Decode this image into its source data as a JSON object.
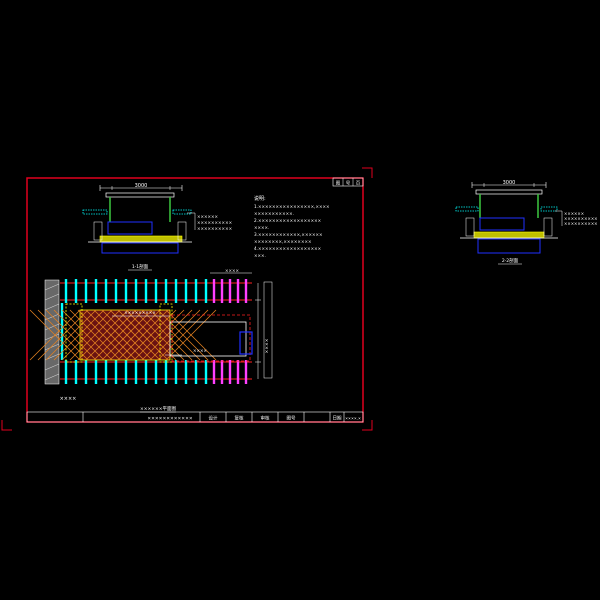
{
  "drawing": {
    "frame_color": "#e0001e",
    "colors": {
      "red": "#ff2020",
      "white": "#ffffff",
      "yellow": "#ffff00",
      "cyan": "#00ffff",
      "magenta": "#ff40ff",
      "blue": "#2030ff",
      "green": "#3cc840",
      "gray": "#bdbdbd",
      "hatch_red": "#c02020",
      "hatch_orange": "#e08020"
    },
    "tables": {
      "top_right_cell_1": "图",
      "top_right_cell_2": "号",
      "top_right_cell_3": "页"
    },
    "title_block": {
      "title": "××××××××××××",
      "cells": [
        "设计",
        "复核",
        "审核",
        "图号",
        "日期"
      ],
      "date_value": "××××.×"
    },
    "section_view": {
      "caption": "1-1剖面",
      "dim_total": "3000",
      "side_note_1": "××××××",
      "side_note_2": "××××××××××",
      "side_note_3": "××××××××××"
    },
    "section_view_2": {
      "caption": "2-2剖面",
      "dim_total": "3000",
      "side_note_1": "××××××",
      "side_note_2": "××××××××××",
      "side_note_3": "××××××××××"
    },
    "notes": {
      "heading": "说明:",
      "lines": [
        "1.××××××××××××××××,××××",
        "  ×××××××××××.",
        "2.××××××××××××××××××",
        "  ××××.",
        "3.××××××××××××,××××××",
        "  ××××××××,××××××××",
        "4.××××××××××××××××××",
        "  ×××."
      ]
    },
    "plan_view": {
      "caption": "××××××平面图",
      "label_left": "××××",
      "label_top": "××××",
      "label_right": "××××",
      "label_center": "×××××××××",
      "label_inner": "××××"
    }
  }
}
